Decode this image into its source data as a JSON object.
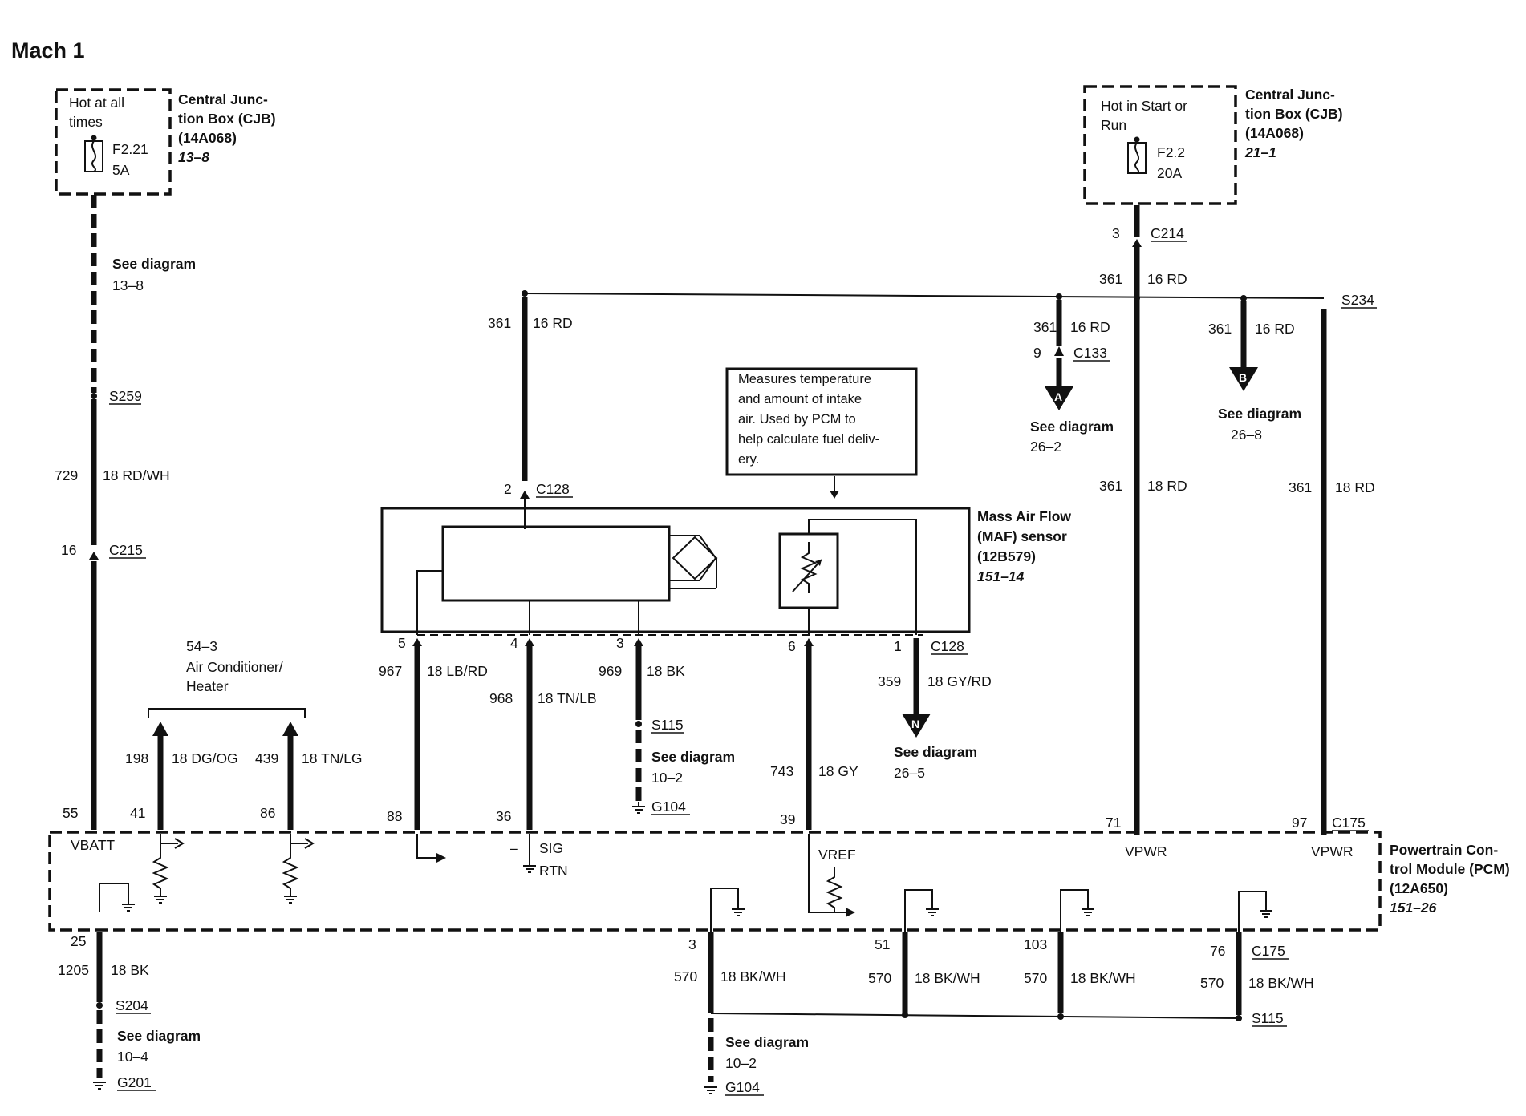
{
  "title": "Mach 1",
  "cjb_left": {
    "hot_note": [
      "Hot at all",
      "times"
    ],
    "fuse": [
      "F2.21",
      "5A"
    ],
    "component": [
      "Central Junc-",
      "tion Box (CJB)",
      "(14A068)"
    ],
    "ref": "13–8"
  },
  "cjb_right": {
    "hot_note": [
      "Hot in Start or",
      "Run"
    ],
    "fuse": [
      "F2.2",
      "20A"
    ],
    "component": [
      "Central Junc-",
      "tion Box (CJB)",
      "(14A068)"
    ],
    "ref": "21–1"
  },
  "maf": {
    "component": [
      "Mass Air Flow",
      "(MAF) sensor",
      "(12B579)"
    ],
    "ref": "151–14",
    "note": [
      "Measures temperature",
      "and amount of intake",
      "air. Used by PCM to",
      "help calculate fuel deliv-",
      "ery."
    ]
  },
  "pcm": {
    "component": [
      "Powertrain Con-",
      "trol Module (PCM)",
      "(12A650)"
    ],
    "ref": "151–26",
    "pin_labels": [
      "VBATT",
      "SIG",
      "RTN",
      "–",
      "VREF",
      "VPWR",
      "VPWR"
    ]
  },
  "ac_group": [
    "54–3",
    "Air Conditioner/",
    "Heater"
  ],
  "see_diagram_label": "See diagram",
  "see_refs": [
    "13–8",
    "26–2",
    "26–8",
    "10–2",
    "26–5",
    "10–4",
    "10–2"
  ],
  "arrow_letters": [
    "A",
    "B",
    "N"
  ],
  "connectors": [
    "C214",
    "C133",
    "C128",
    "C128",
    "C215",
    "C175",
    "C175"
  ],
  "splices": [
    "S259",
    "S234",
    "S115",
    "S204",
    "S115"
  ],
  "grounds": [
    "G104",
    "G201",
    "G104"
  ],
  "pins": [
    "3",
    "9",
    "2",
    "16",
    "5",
    "4",
    "3",
    "6",
    "1",
    "55",
    "41",
    "86",
    "88",
    "36",
    "39",
    "71",
    "97",
    "25",
    "3",
    "51",
    "103",
    "76"
  ],
  "circuits": [
    "729",
    "361",
    "361",
    "361",
    "361",
    "361",
    "361",
    "967",
    "968",
    "969",
    "743",
    "359",
    "198",
    "439",
    "1205",
    "570",
    "570",
    "570",
    "570"
  ],
  "wire_specs": [
    "18 RD/WH",
    "16 RD",
    "16 RD",
    "16 RD",
    "16 RD",
    "18 RD",
    "18 RD",
    "18 LB/RD",
    "18 TN/LB",
    "18 BK",
    "18 GY",
    "18 GY/RD",
    "18 DG/OG",
    "18 TN/LG",
    "18 BK",
    "18 BK/WH",
    "18 BK/WH",
    "18 BK/WH",
    "18 BK/WH"
  ]
}
